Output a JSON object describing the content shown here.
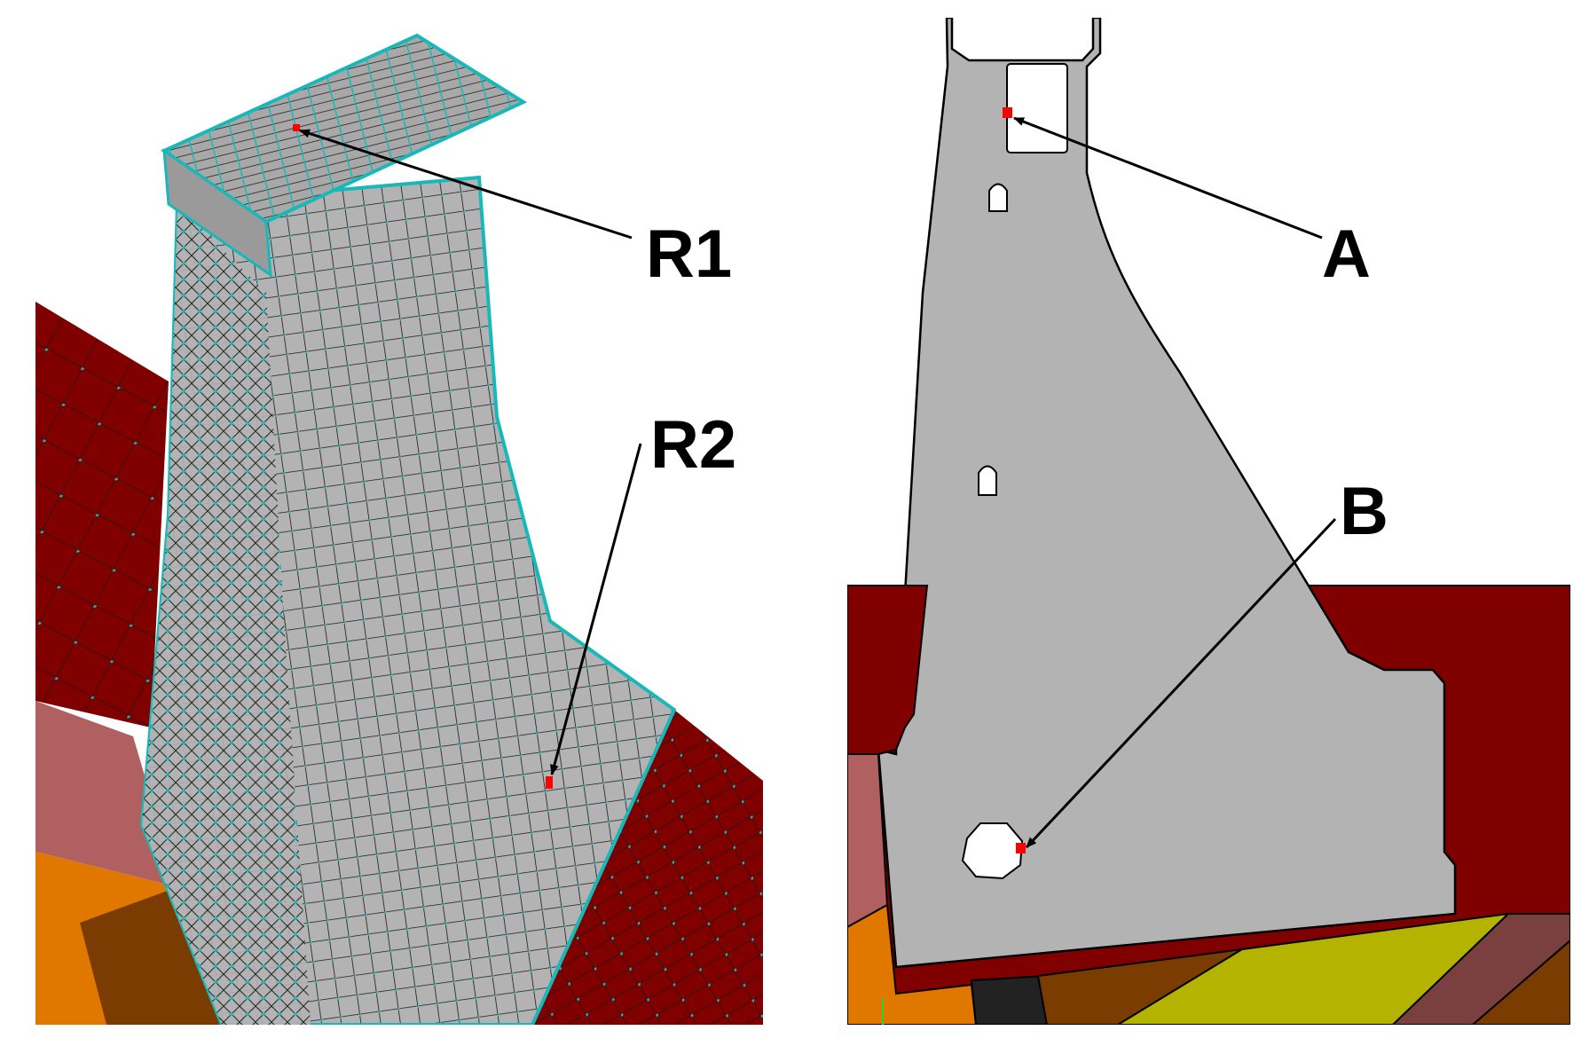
{
  "labels": {
    "r1": "R1",
    "r2": "R2",
    "a": "A",
    "b": "B"
  },
  "colors": {
    "background": "#ffffff",
    "concrete": "#b3b3b3",
    "rock_dark_red": "#800000",
    "rock_rose": "#b06060",
    "rock_orange": "#e07800",
    "rock_brown": "#7a3c00",
    "rock_yellow": "#b4b400",
    "rock_mauve": "#7a4040",
    "rock_dark": "#222222",
    "mesh_line": "#1a1a1a",
    "mesh_node": "#19b8b8",
    "marker": "#ff0000",
    "outline": "#000000"
  }
}
